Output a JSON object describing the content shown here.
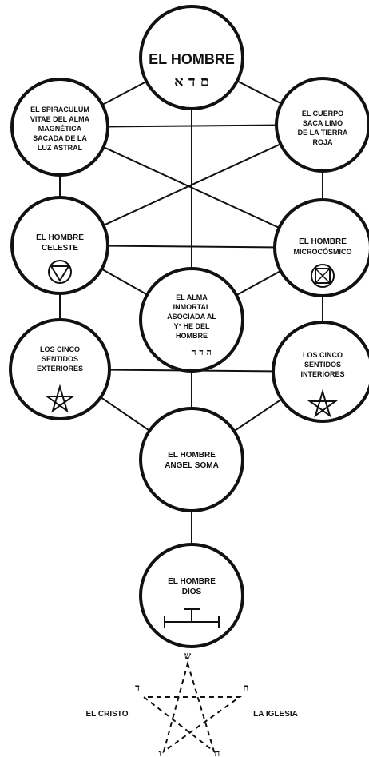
{
  "nodes": {
    "top": {
      "lines": [
        "EL HOMBRE"
      ],
      "hebrew": "ם ד א"
    },
    "upper_left": {
      "lines": [
        "EL SPIRACULUM",
        "VITAE DEL ALMA",
        "MAGNÉTICA",
        "SACADA DE LA",
        "LUZ ASTRAL"
      ]
    },
    "upper_right": {
      "lines": [
        "EL CUERPO",
        "SACA LIMO",
        "DE LA TIERRA",
        "ROJA"
      ]
    },
    "middle_left": {
      "lines": [
        "EL HOMBRE",
        "CELESTE"
      ],
      "symbol": "circle-triangle-down"
    },
    "middle_right": {
      "lines": [
        "EL HOMBRE",
        "MICROCÓSMICO"
      ],
      "symbol": "circle-crossed-square"
    },
    "center": {
      "lines": [
        "EL ALMA",
        "INMORTAL",
        "ASOCIADA AL",
        "Y° HE DEL",
        "HOMBRE"
      ],
      "hebrew": "ה ד ה"
    },
    "lower_left": {
      "lines": [
        "LOS CINCO",
        "SENTIDOS",
        "EXTERIORES"
      ],
      "symbol": "pentagram"
    },
    "lower_right": {
      "lines": [
        "LOS CINCO",
        "SENTIDOS",
        "INTERIORES"
      ],
      "symbol": "pentagram"
    },
    "bottom": {
      "lines": [
        "EL HOMBRE",
        "ANGEL SOMA"
      ]
    },
    "god": {
      "lines": [
        "EL HOMBRE",
        "DIOS"
      ],
      "symbol": "tau-bar"
    }
  },
  "pentagram": {
    "left_label": "EL CRISTO",
    "right_label": "LA IGLESIA",
    "letters": [
      "ד",
      "ה",
      "ו",
      "ה",
      "ש"
    ]
  }
}
